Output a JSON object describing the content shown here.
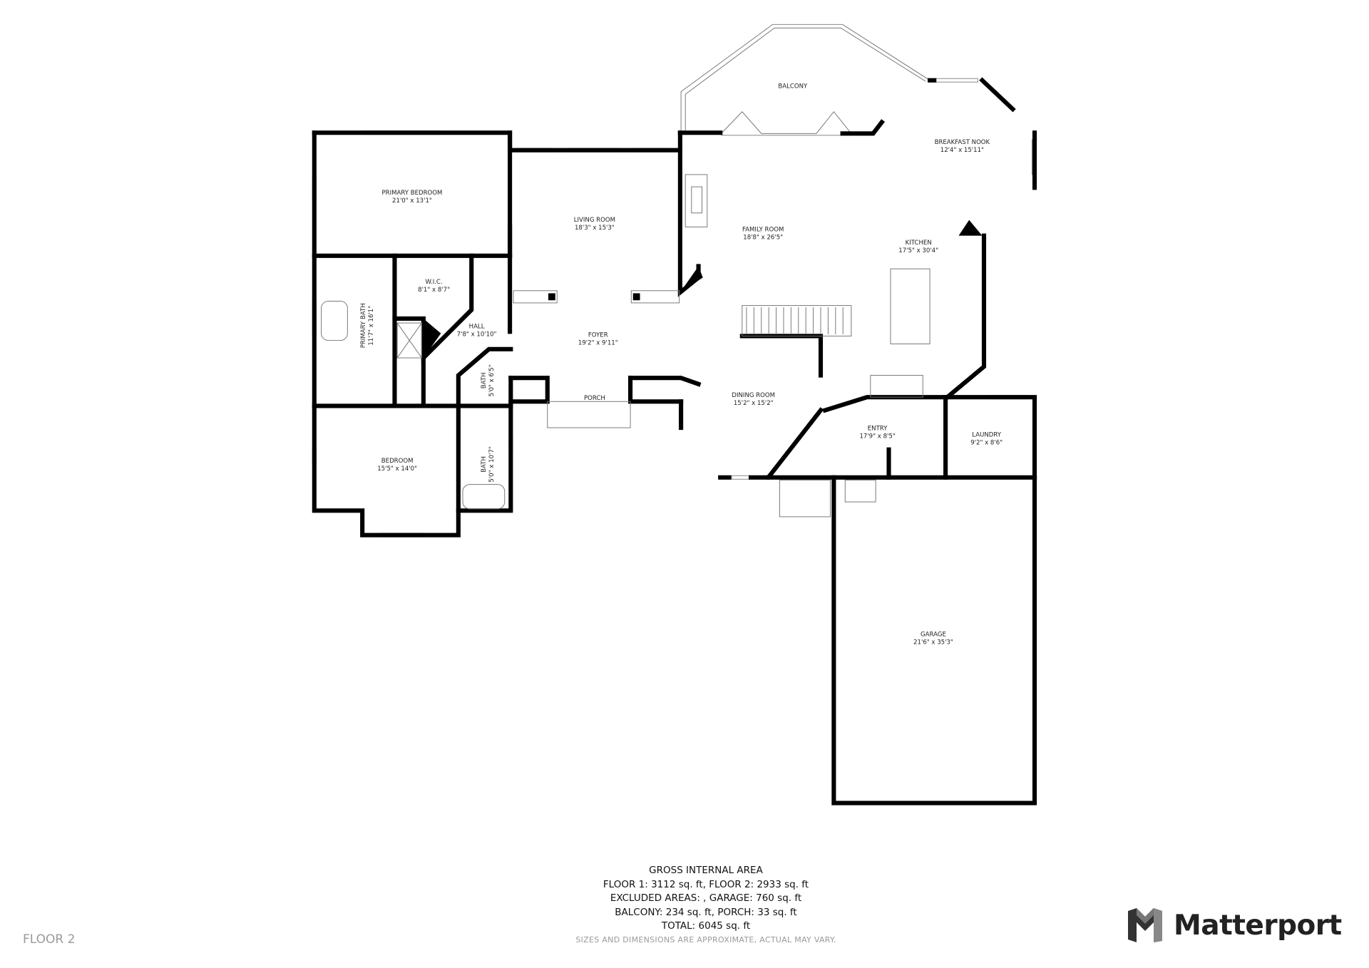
{
  "rooms": {
    "primary_bedroom": {
      "name": "PRIMARY BEDROOM",
      "dims": "21'0\" x 13'1\""
    },
    "living_room": {
      "name": "LIVING ROOM",
      "dims": "18'3\" x 15'3\""
    },
    "balcony": {
      "name": "BALCONY"
    },
    "breakfast_nook": {
      "name": "BREAKFAST NOOK",
      "dims": "12'4\" x 15'11\""
    },
    "family_room": {
      "name": "FAMILY ROOM",
      "dims": "18'8\" x 26'5\""
    },
    "kitchen": {
      "name": "KITCHEN",
      "dims": "17'5\" x 30'4\""
    },
    "wic": {
      "name": "W.I.C.",
      "dims": "8'1\" x 8'7\""
    },
    "primary_bath": {
      "name": "PRIMARY BATH",
      "dims": "11'7\" x 16'1\""
    },
    "hall": {
      "name": "HALL",
      "dims": "7'8\" x 10'10\""
    },
    "foyer": {
      "name": "FOYER",
      "dims": "19'2\" x 9'11\""
    },
    "bath_1": {
      "name": "BATH",
      "dims": "5'0\" x 6'5\""
    },
    "porch": {
      "name": "PORCH"
    },
    "dining_room": {
      "name": "DINING ROOM",
      "dims": "15'2\" x 15'2\""
    },
    "entry": {
      "name": "ENTRY",
      "dims": "17'9\" x 8'5\""
    },
    "laundry": {
      "name": "LAUNDRY",
      "dims": "9'2\" x 8'6\""
    },
    "bedroom": {
      "name": "BEDROOM",
      "dims": "15'5\" x 14'0\""
    },
    "bath_2": {
      "name": "BATH",
      "dims": "5'0\" x 10'7\""
    },
    "garage": {
      "name": "GARAGE",
      "dims": "21'6\" x 35'3\""
    }
  },
  "area_summary": {
    "title": "GROSS INTERNAL AREA",
    "line1": "FLOOR 1: 3112 sq. ft, FLOOR 2: 2933 sq. ft",
    "line2": "EXCLUDED AREAS: , GARAGE: 760 sq. ft",
    "line3": "BALCONY: 234 sq. ft, PORCH: 33 sq. ft",
    "total": "TOTAL: 6045 sq. ft",
    "disclaimer": "SIZES AND DIMENSIONS ARE APPROXIMATE, ACTUAL MAY VARY."
  },
  "floor_label": "FLOOR 2",
  "brand": {
    "name": "Matterport",
    "icon": "matterport-logo-icon"
  }
}
